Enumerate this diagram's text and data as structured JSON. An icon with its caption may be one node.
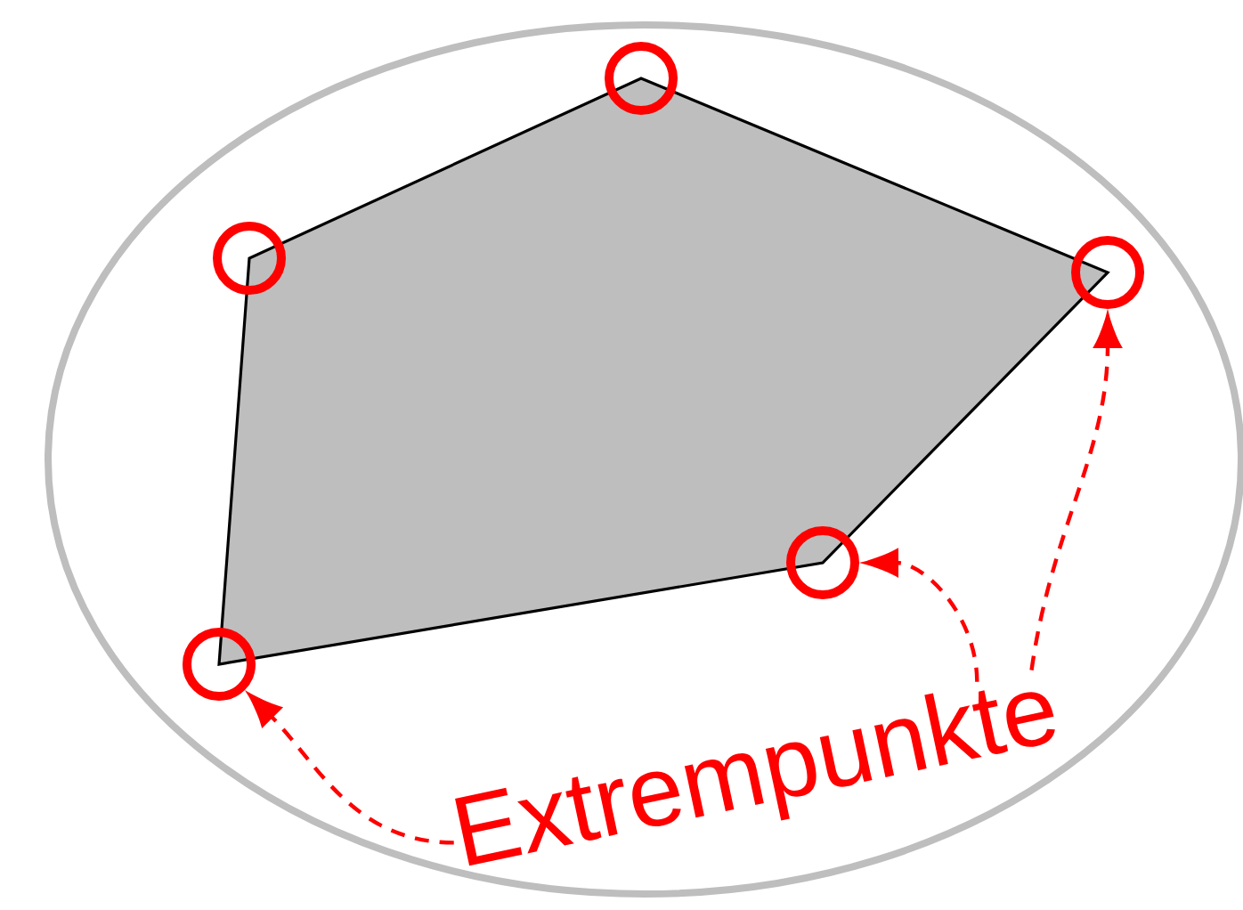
{
  "diagram": {
    "nodes": [
      {
        "text": [
          "Extrempunkte"
        ]
      },
      {
        "text": [],
        "shape": "circle"
      },
      {
        "text": [],
        "shape": "circle"
      },
      {
        "text": [],
        "shape": "circle"
      },
      {
        "text": [],
        "shape": "circle"
      },
      {
        "text": [],
        "shape": "circle"
      }
    ],
    "edges": [
      {
        "from": 0,
        "to": 1,
        "arrow": "to",
        "style": "dashed"
      },
      {
        "from": 0,
        "to": 4,
        "arrow": "to",
        "style": "dashed"
      },
      {
        "from": 0,
        "to": 5,
        "arrow": "to",
        "style": "dashed"
      }
    ]
  }
}
